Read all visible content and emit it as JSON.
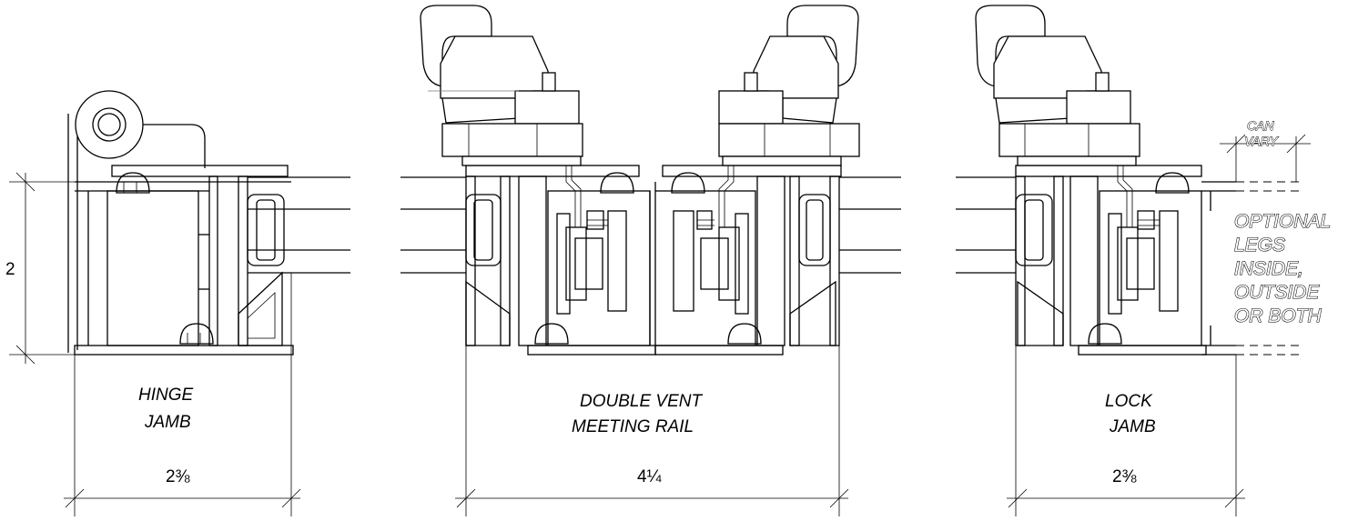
{
  "sections": {
    "hinge": {
      "line1": "HINGE",
      "line2": "JAMB",
      "width": "2⅜"
    },
    "meeting": {
      "line1": "DOUBLE VENT",
      "line2": "MEETING RAIL",
      "width": "4¼"
    },
    "lock": {
      "line1": "LOCK",
      "line2": "JAMB",
      "width": "2⅜"
    }
  },
  "height_dim": "2",
  "can_vary": {
    "line1": "CAN",
    "line2": "VARY"
  },
  "optional_legs": [
    "OPTIONAL",
    "LEGS",
    "INSIDE,",
    "OUTSIDE",
    "OR BOTH"
  ],
  "colors": {
    "ink": "#000000",
    "paper": "#ffffff"
  }
}
